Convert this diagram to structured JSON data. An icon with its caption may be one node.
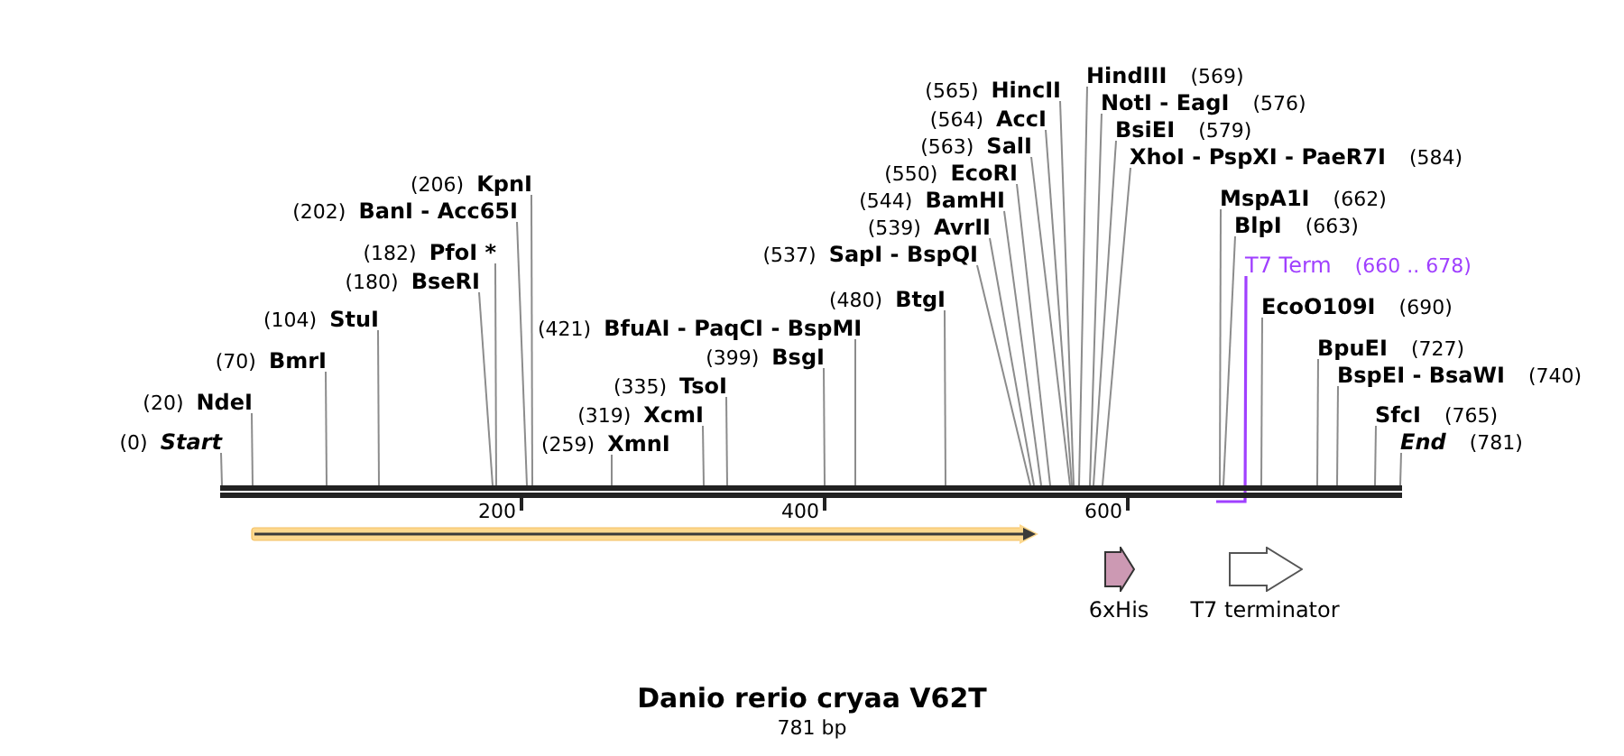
{
  "diagram": {
    "title": "Danio rerio cryaa V62T",
    "caption": "781 bp",
    "nodes": [
      {
        "text": [
          "(0)",
          "Start"
        ]
      },
      {
        "text": [
          "(20)",
          "NdeI"
        ]
      },
      {
        "text": [
          "(70)",
          "BmrI"
        ]
      },
      {
        "text": [
          "(104)",
          "StuI"
        ]
      },
      {
        "text": [
          "(180)",
          "BseRI"
        ]
      },
      {
        "text": [
          "(182)",
          "PfoI *"
        ]
      },
      {
        "text": [
          "(202)",
          "BanI - Acc65I"
        ]
      },
      {
        "text": [
          "(206)",
          "KpnI"
        ]
      },
      {
        "text": [
          "(259)",
          "XmnI"
        ]
      },
      {
        "text": [
          "(319)",
          "XcmI"
        ]
      },
      {
        "text": [
          "(335)",
          "TsoI"
        ]
      },
      {
        "text": [
          "(399)",
          "BsgI"
        ]
      },
      {
        "text": [
          "(421)",
          "BfuAI - PaqCI - BspMI"
        ]
      },
      {
        "text": [
          "(480)",
          "BtgI"
        ]
      },
      {
        "text": [
          "(537)",
          "SapI - BspQI"
        ]
      },
      {
        "text": [
          "(539)",
          "AvrII"
        ]
      },
      {
        "text": [
          "(544)",
          "BamHI"
        ]
      },
      {
        "text": [
          "(550)",
          "EcoRI"
        ]
      },
      {
        "text": [
          "(563)",
          "SalI"
        ]
      },
      {
        "text": [
          "(564)",
          "AccI"
        ]
      },
      {
        "text": [
          "(565)",
          "HincII"
        ]
      },
      {
        "text": [
          "HindIII",
          "(569)"
        ]
      },
      {
        "text": [
          "NotI - EagI",
          "(576)"
        ]
      },
      {
        "text": [
          "BsiEI",
          "(579)"
        ]
      },
      {
        "text": [
          "XhoI - PspXI - PaeR7I",
          "(584)"
        ]
      },
      {
        "text": [
          "T7 Term",
          "(660 .. 678)"
        ]
      },
      {
        "text": [
          "MspA1I",
          "(662)"
        ]
      },
      {
        "text": [
          "BlpI",
          "(663)"
        ]
      },
      {
        "text": [
          "EcoO109I",
          "(690)"
        ]
      },
      {
        "text": [
          "BpuEI",
          "(727)"
        ]
      },
      {
        "text": [
          "BspEI - BsaWI",
          "(740)"
        ]
      },
      {
        "text": [
          "SfcI",
          "(765)"
        ]
      },
      {
        "text": [
          "End",
          "(781)"
        ]
      },
      {
        "text": [],
        "shape": "bar"
      },
      {
        "text": [],
        "shape": "arrow"
      },
      {
        "text": [
          "6xHis"
        ]
      },
      {
        "text": [
          "T7 terminator"
        ]
      }
    ],
    "edges": [
      {
        "from": 0,
        "to": 33,
        "arrow": "none"
      },
      {
        "from": 1,
        "to": 33,
        "arrow": "none"
      },
      {
        "from": 2,
        "to": 33,
        "arrow": "none"
      },
      {
        "from": 3,
        "to": 33,
        "arrow": "none"
      },
      {
        "from": 4,
        "to": 33,
        "arrow": "none"
      },
      {
        "from": 5,
        "to": 33,
        "arrow": "none"
      },
      {
        "from": 6,
        "to": 33,
        "arrow": "none"
      },
      {
        "from": 7,
        "to": 33,
        "arrow": "none"
      },
      {
        "from": 8,
        "to": 33,
        "arrow": "none"
      },
      {
        "from": 9,
        "to": 33,
        "arrow": "none"
      },
      {
        "from": 10,
        "to": 33,
        "arrow": "none"
      },
      {
        "from": 11,
        "to": 33,
        "arrow": "none"
      },
      {
        "from": 12,
        "to": 33,
        "arrow": "none"
      },
      {
        "from": 13,
        "to": 33,
        "arrow": "none"
      },
      {
        "from": 14,
        "to": 33,
        "arrow": "none"
      },
      {
        "from": 15,
        "to": 33,
        "arrow": "none"
      },
      {
        "from": 16,
        "to": 33,
        "arrow": "none"
      },
      {
        "from": 17,
        "to": 33,
        "arrow": "none"
      },
      {
        "from": 18,
        "to": 33,
        "arrow": "none"
      },
      {
        "from": 19,
        "to": 33,
        "arrow": "none"
      },
      {
        "from": 20,
        "to": 33,
        "arrow": "none"
      },
      {
        "from": 21,
        "to": 33,
        "arrow": "none"
      },
      {
        "from": 22,
        "to": 33,
        "arrow": "none"
      },
      {
        "from": 23,
        "to": 33,
        "arrow": "none"
      },
      {
        "from": 24,
        "to": 33,
        "arrow": "none"
      },
      {
        "from": 25,
        "to": 33,
        "arrow": "none",
        "color": "#a040ff"
      },
      {
        "from": 26,
        "to": 33,
        "arrow": "none"
      },
      {
        "from": 27,
        "to": 33,
        "arrow": "none"
      },
      {
        "from": 28,
        "to": 33,
        "arrow": "none"
      },
      {
        "from": 29,
        "to": 33,
        "arrow": "none"
      },
      {
        "from": 30,
        "to": 33,
        "arrow": "none"
      },
      {
        "from": 31,
        "to": 33,
        "arrow": "none"
      },
      {
        "from": 32,
        "to": 33,
        "arrow": "none"
      }
    ],
    "labels": [
      "200",
      "400",
      "600"
    ]
  }
}
